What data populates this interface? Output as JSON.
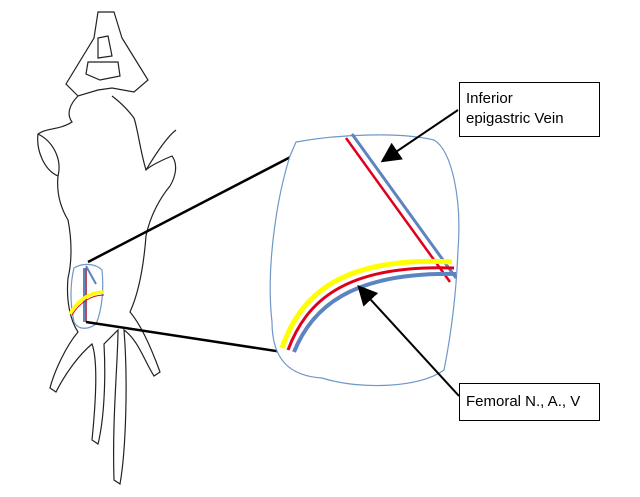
{
  "labels": {
    "inferior_epigastric": {
      "line1": "Inferior",
      "line2": "epigastric Vein"
    },
    "femoral": {
      "text": "Femoral N., A., V"
    }
  },
  "colors": {
    "outline": "#000000",
    "zoom_outline": "#6f97c8",
    "nerve": "#ffff00",
    "artery": "#e0001b",
    "vein": "#5b84c0"
  }
}
